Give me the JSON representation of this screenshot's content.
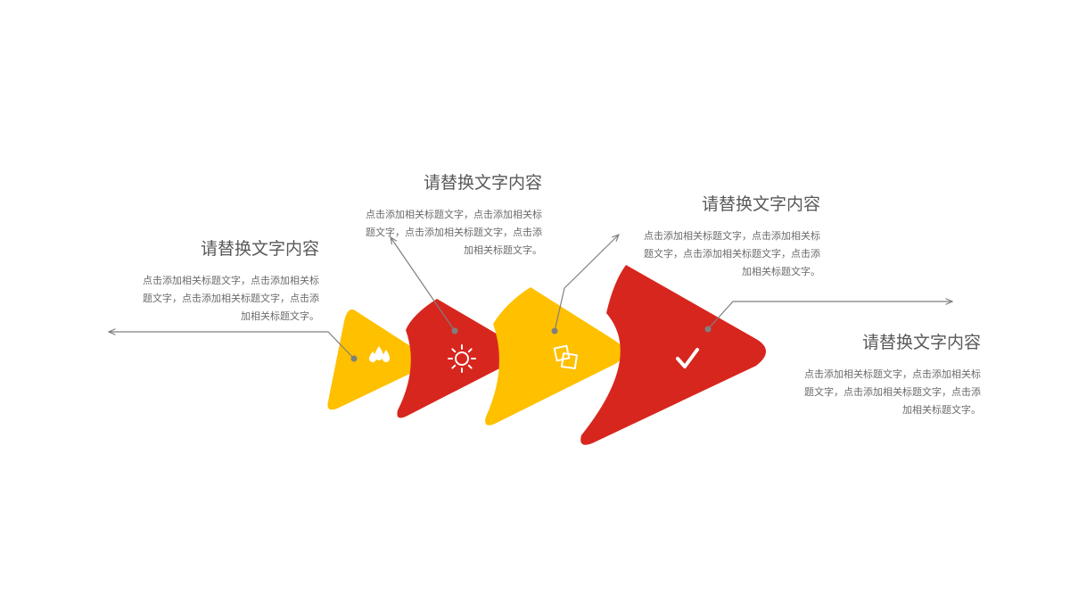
{
  "colors": {
    "yellow": "#FFC000",
    "red": "#D7261E",
    "line": "#7f7f7f",
    "title": "#595959",
    "body": "#6b6b6b"
  },
  "steps": [
    {
      "title": "请替换文字内容",
      "desc": "点击添加相关标题文字，点击添加相关标题文字，点击添加相关标题文字，点击添加相关标题文字。",
      "icon": "water-drops-icon",
      "color": "yellow"
    },
    {
      "title": "请替换文字内容",
      "desc": "点击添加相关标题文字，点击添加相关标题文字，点击添加相关标题文字，点击添加相关标题文字。",
      "icon": "sun-icon",
      "color": "red"
    },
    {
      "title": "请替换文字内容",
      "desc": "点击添加相关标题文字，点击添加相关标题文字，点击添加相关标题文字，点击添加相关标题文字。",
      "icon": "copy-icon",
      "color": "yellow"
    },
    {
      "title": "请替换文字内容",
      "desc": "点击添加相关标题文字，点击添加相关标题文字，点击添加相关标题文字，点击添加相关标题文字。",
      "icon": "checkmark-icon",
      "color": "red"
    }
  ]
}
